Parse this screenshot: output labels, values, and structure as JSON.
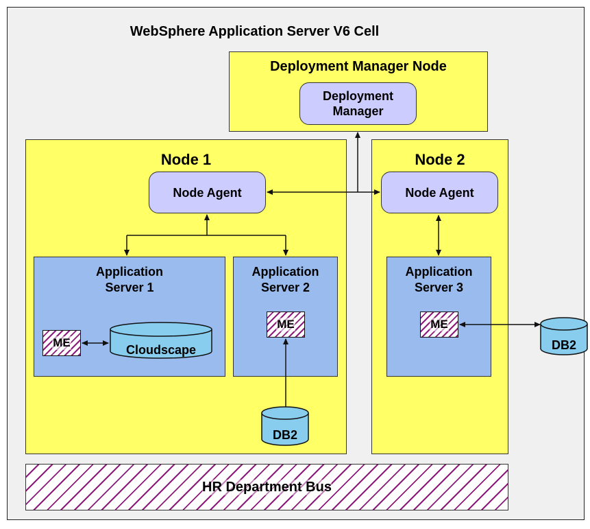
{
  "cell": {
    "title": "WebSphere Application Server V6 Cell"
  },
  "dmgr_node": {
    "title": "Deployment Manager Node",
    "box_line1": "Deployment",
    "box_line2": "Manager"
  },
  "node1": {
    "title": "Node 1",
    "agent": "Node Agent",
    "server1": {
      "line1": "Application",
      "line2": "Server 1",
      "me": "ME",
      "db": "Cloudscape"
    },
    "server2": {
      "line1": "Application",
      "line2": "Server 2",
      "me": "ME",
      "db": "DB2"
    }
  },
  "node2": {
    "title": "Node 2",
    "agent": "Node Agent",
    "server3": {
      "line1": "Application",
      "line2": "Server 3",
      "me": "ME",
      "db": "DB2"
    }
  },
  "bus": {
    "label": "HR Department Bus"
  },
  "colors": {
    "cell_bg": "#f0f0f0",
    "node_bg": "#ffff66",
    "agent_bg": "#ccccff",
    "server_bg": "#99bbee",
    "database_bg": "#88ccee",
    "hatch": "#8b1a7a"
  }
}
